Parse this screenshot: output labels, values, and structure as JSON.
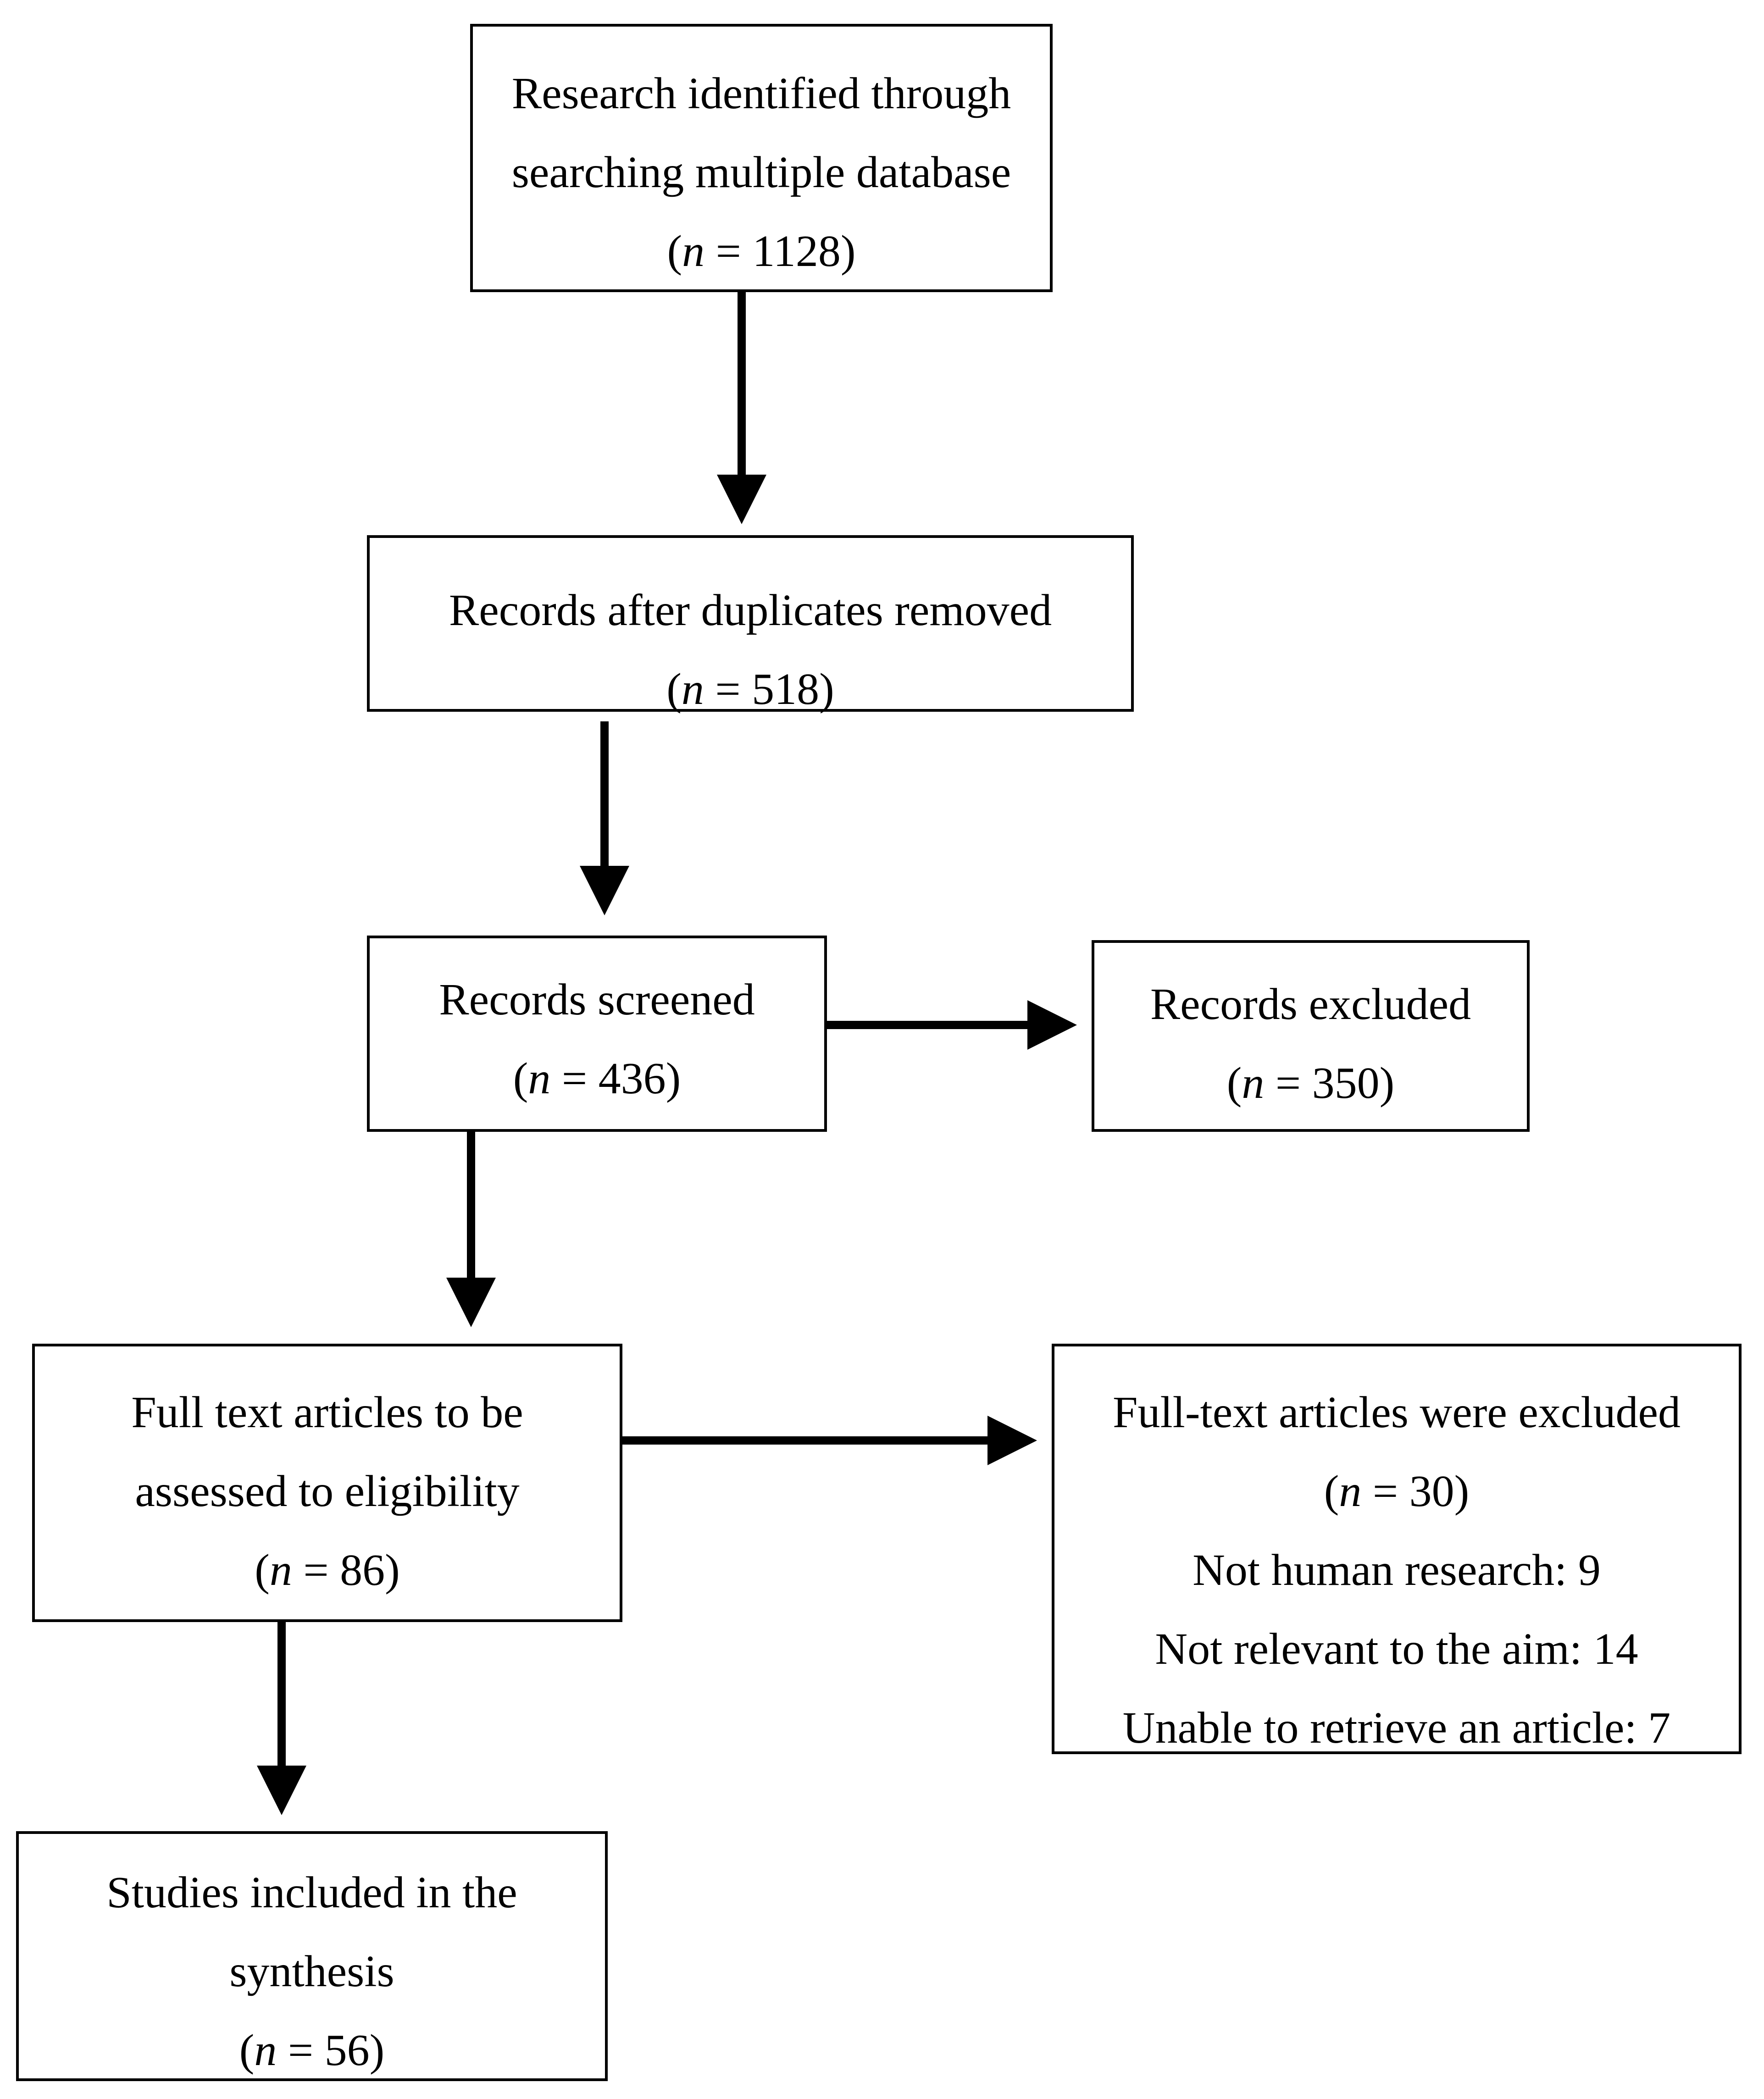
{
  "boxes": {
    "identified": {
      "line1": "Research identified through",
      "line2": "searching multiple database",
      "n": "1128"
    },
    "dedup": {
      "line1": "Records after duplicates removed",
      "n": "518"
    },
    "screened": {
      "line1": "Records screened",
      "n": "436"
    },
    "excluded": {
      "line1": "Records excluded",
      "n": "350"
    },
    "fulltext": {
      "line1": "Full text articles to be",
      "line2": "assessed to eligibility",
      "n": "86"
    },
    "fulltext_excluded": {
      "line1": "Full-text articles were excluded",
      "n": "30",
      "reasons": [
        "Not human research: 9",
        "Not relevant to the aim: 14",
        "Unable to retrieve an article: 7"
      ]
    },
    "included": {
      "line1": "Studies included in the",
      "line2": "synthesis",
      "n": "56"
    }
  },
  "n_label": {
    "open": "(",
    "var": "n",
    "eq": " = ",
    "close": ")"
  }
}
